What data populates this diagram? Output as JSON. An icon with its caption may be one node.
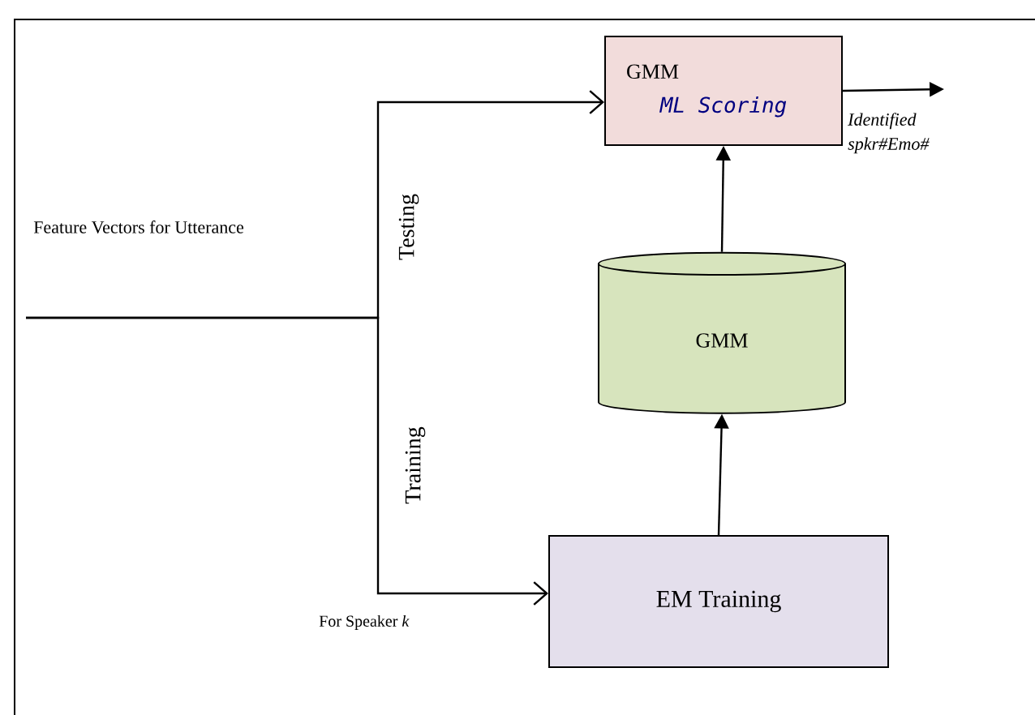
{
  "diagram": {
    "nodes": [
      {
        "text": [
          "GMM",
          "ML Scoring"
        ]
      },
      {
        "text": [
          "GMM"
        ]
      },
      {
        "text": [
          "EM Training"
        ]
      }
    ],
    "edges": [
      {
        "from": null,
        "to": 0,
        "arrow": "to",
        "label": "Testing"
      },
      {
        "from": null,
        "to": 2,
        "arrow": "to",
        "label": "Training"
      },
      {
        "from": 2,
        "to": 1,
        "arrow": "to"
      },
      {
        "from": 1,
        "to": 0,
        "arrow": "to"
      },
      {
        "from": 0,
        "to": null,
        "arrow": "to",
        "label": "Identified spkr#Emo#"
      }
    ],
    "labels": [
      "Feature Vectors for Utterance",
      "For Speaker *k*"
    ]
  }
}
